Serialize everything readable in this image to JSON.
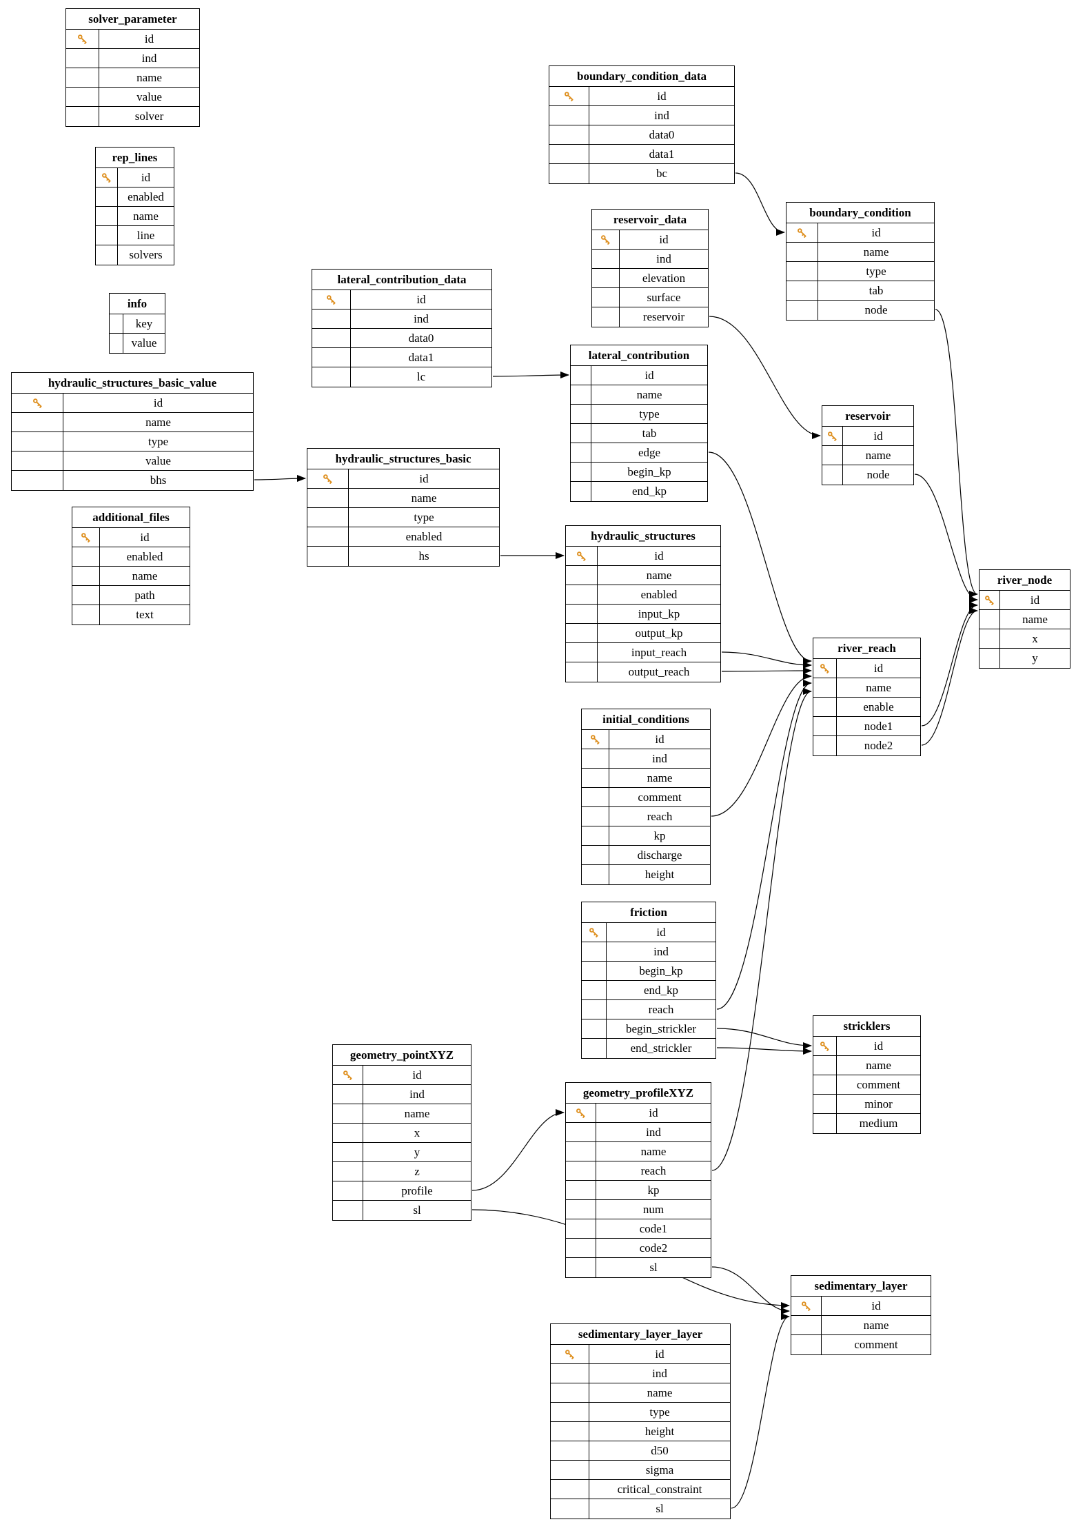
{
  "diagram": {
    "kind": "database-schema-er-diagram",
    "tables": [
      {
        "name": "solver_parameter",
        "primary_key": "id",
        "fields": [
          "id",
          "ind",
          "name",
          "value",
          "solver"
        ]
      },
      {
        "name": "rep_lines",
        "primary_key": "id",
        "fields": [
          "id",
          "enabled",
          "name",
          "line",
          "solvers"
        ]
      },
      {
        "name": "info",
        "primary_key": null,
        "fields": [
          "key",
          "value"
        ]
      },
      {
        "name": "hydraulic_structures_basic_value",
        "primary_key": "id",
        "fields": [
          "id",
          "name",
          "type",
          "value",
          "bhs"
        ]
      },
      {
        "name": "additional_files",
        "primary_key": "id",
        "fields": [
          "id",
          "enabled",
          "name",
          "path",
          "text"
        ]
      },
      {
        "name": "lateral_contribution_data",
        "primary_key": "id",
        "fields": [
          "id",
          "ind",
          "data0",
          "data1",
          "lc"
        ]
      },
      {
        "name": "hydraulic_structures_basic",
        "primary_key": "id",
        "fields": [
          "id",
          "name",
          "type",
          "enabled",
          "hs"
        ]
      },
      {
        "name": "boundary_condition_data",
        "primary_key": "id",
        "fields": [
          "id",
          "ind",
          "data0",
          "data1",
          "bc"
        ]
      },
      {
        "name": "reservoir_data",
        "primary_key": "id",
        "fields": [
          "id",
          "ind",
          "elevation",
          "surface",
          "reservoir"
        ]
      },
      {
        "name": "lateral_contribution",
        "primary_key": null,
        "fields": [
          "id",
          "name",
          "type",
          "tab",
          "edge",
          "begin_kp",
          "end_kp"
        ]
      },
      {
        "name": "hydraulic_structures",
        "primary_key": "id",
        "fields": [
          "id",
          "name",
          "enabled",
          "input_kp",
          "output_kp",
          "input_reach",
          "output_reach"
        ]
      },
      {
        "name": "initial_conditions",
        "primary_key": "id",
        "fields": [
          "id",
          "ind",
          "name",
          "comment",
          "reach",
          "kp",
          "discharge",
          "height"
        ]
      },
      {
        "name": "friction",
        "primary_key": "id",
        "fields": [
          "id",
          "ind",
          "begin_kp",
          "end_kp",
          "reach",
          "begin_strickler",
          "end_strickler"
        ]
      },
      {
        "name": "geometry_pointXYZ",
        "primary_key": "id",
        "fields": [
          "id",
          "ind",
          "name",
          "x",
          "y",
          "z",
          "profile",
          "sl"
        ]
      },
      {
        "name": "geometry_profileXYZ",
        "primary_key": "id",
        "fields": [
          "id",
          "ind",
          "name",
          "reach",
          "kp",
          "num",
          "code1",
          "code2",
          "sl"
        ]
      },
      {
        "name": "sedimentary_layer_layer",
        "primary_key": "id",
        "fields": [
          "id",
          "ind",
          "name",
          "type",
          "height",
          "d50",
          "sigma",
          "critical_constraint",
          "sl"
        ]
      },
      {
        "name": "boundary_condition",
        "primary_key": "id",
        "fields": [
          "id",
          "name",
          "type",
          "tab",
          "node"
        ]
      },
      {
        "name": "reservoir",
        "primary_key": "id",
        "fields": [
          "id",
          "name",
          "node"
        ]
      },
      {
        "name": "river_reach",
        "primary_key": "id",
        "fields": [
          "id",
          "name",
          "enable",
          "node1",
          "node2"
        ]
      },
      {
        "name": "stricklers",
        "primary_key": "id",
        "fields": [
          "id",
          "name",
          "comment",
          "minor",
          "medium"
        ]
      },
      {
        "name": "sedimentary_layer",
        "primary_key": "id",
        "fields": [
          "id",
          "name",
          "comment"
        ]
      },
      {
        "name": "river_node",
        "primary_key": "id",
        "fields": [
          "id",
          "name",
          "x",
          "y"
        ]
      }
    ],
    "relations": [
      {
        "from": "boundary_condition_data",
        "field": "bc",
        "to": "boundary_condition"
      },
      {
        "from": "reservoir_data",
        "field": "reservoir",
        "to": "reservoir"
      },
      {
        "from": "lateral_contribution_data",
        "field": "lc",
        "to": "lateral_contribution"
      },
      {
        "from": "hydraulic_structures_basic_value",
        "field": "bhs",
        "to": "hydraulic_structures_basic"
      },
      {
        "from": "hydraulic_structures_basic",
        "field": "hs",
        "to": "hydraulic_structures"
      },
      {
        "from": "lateral_contribution",
        "field": "edge",
        "to": "river_reach"
      },
      {
        "from": "hydraulic_structures",
        "field": "input_reach",
        "to": "river_reach"
      },
      {
        "from": "hydraulic_structures",
        "field": "output_reach",
        "to": "river_reach"
      },
      {
        "from": "initial_conditions",
        "field": "reach",
        "to": "river_reach"
      },
      {
        "from": "friction",
        "field": "reach",
        "to": "river_reach"
      },
      {
        "from": "geometry_profileXYZ",
        "field": "reach",
        "to": "river_reach"
      },
      {
        "from": "friction",
        "field": "begin_strickler",
        "to": "stricklers"
      },
      {
        "from": "friction",
        "field": "end_strickler",
        "to": "stricklers"
      },
      {
        "from": "geometry_pointXYZ",
        "field": "profile",
        "to": "geometry_profileXYZ"
      },
      {
        "from": "geometry_pointXYZ",
        "field": "sl",
        "to": "sedimentary_layer"
      },
      {
        "from": "geometry_profileXYZ",
        "field": "sl",
        "to": "sedimentary_layer"
      },
      {
        "from": "sedimentary_layer_layer",
        "field": "sl",
        "to": "sedimentary_layer"
      },
      {
        "from": "boundary_condition",
        "field": "node",
        "to": "river_node"
      },
      {
        "from": "reservoir",
        "field": "node",
        "to": "river_node"
      },
      {
        "from": "river_reach",
        "field": "node1",
        "to": "river_node"
      },
      {
        "from": "river_reach",
        "field": "node2",
        "to": "river_node"
      }
    ],
    "colors": {
      "key_icon": "#de8f1e",
      "line": "#000000",
      "background": "#ffffff",
      "border": "#000000"
    }
  }
}
